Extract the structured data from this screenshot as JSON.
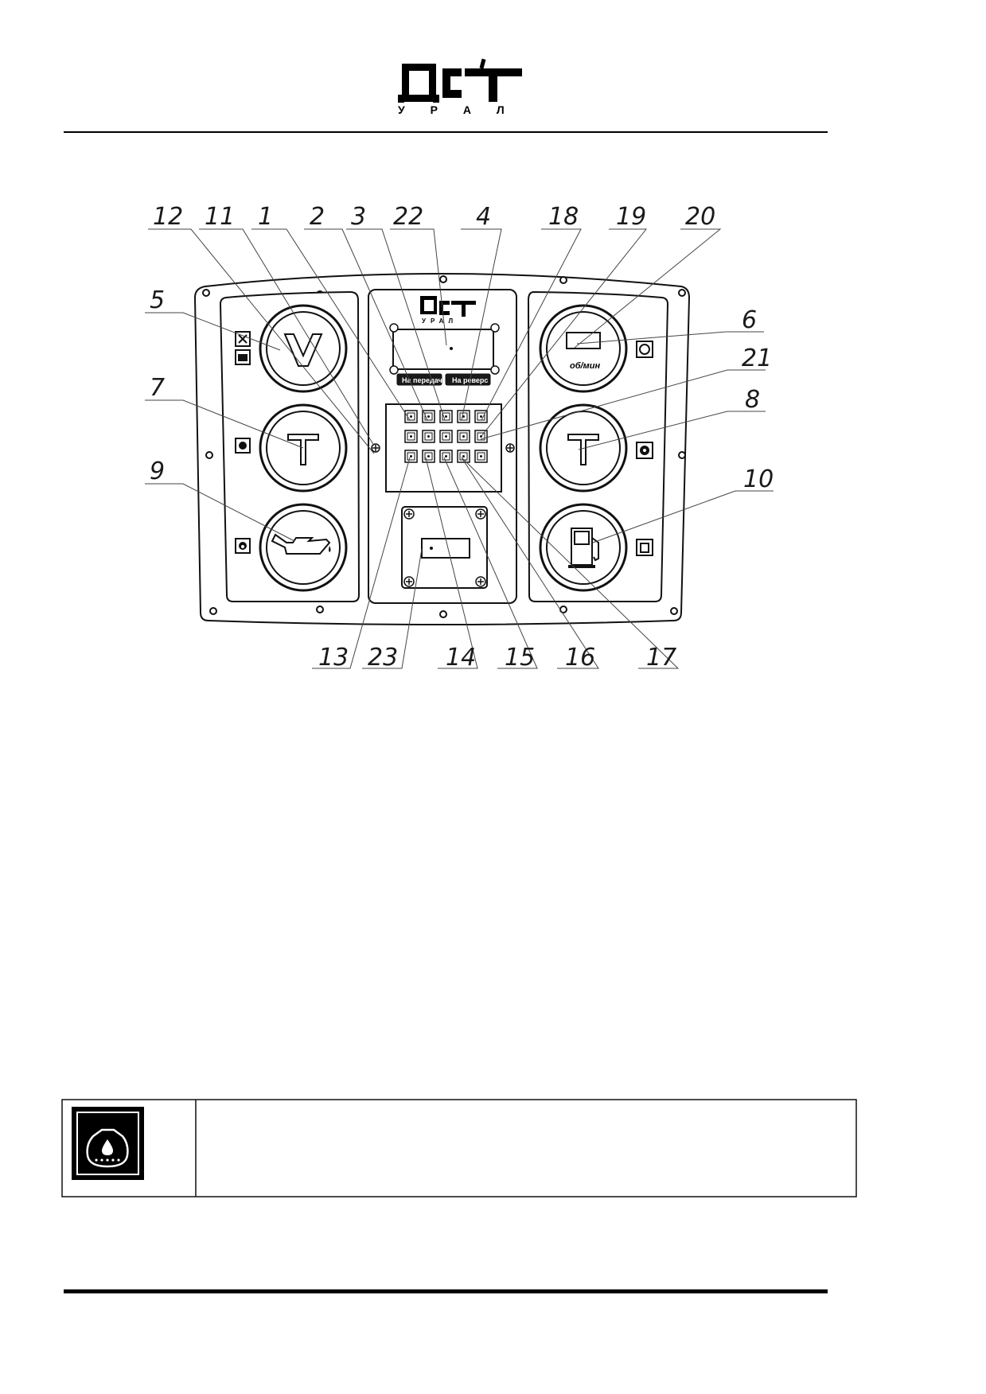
{
  "header": {
    "logo": "ДСТ",
    "logo_sub": "У Р А Л"
  },
  "panel": {
    "logo": "ДСТ",
    "logo_sub": "УРАЛ",
    "button_left": "На передачу",
    "button_right": "На реверс",
    "gauge_unit": "об/мин"
  },
  "callouts": {
    "c1": "1",
    "c2": "2",
    "c3": "3",
    "c4": "4",
    "c5": "5",
    "c6": "6",
    "c7": "7",
    "c8": "8",
    "c9": "9",
    "c10": "10",
    "c11": "11",
    "c12": "12",
    "c13": "13",
    "c14": "14",
    "c15": "15",
    "c16": "16",
    "c17": "17",
    "c18": "18",
    "c19": "19",
    "c20": "20",
    "c21": "21",
    "c22": "22",
    "c23": "23"
  },
  "legend": {
    "icon": "coolant-tank-icon"
  }
}
